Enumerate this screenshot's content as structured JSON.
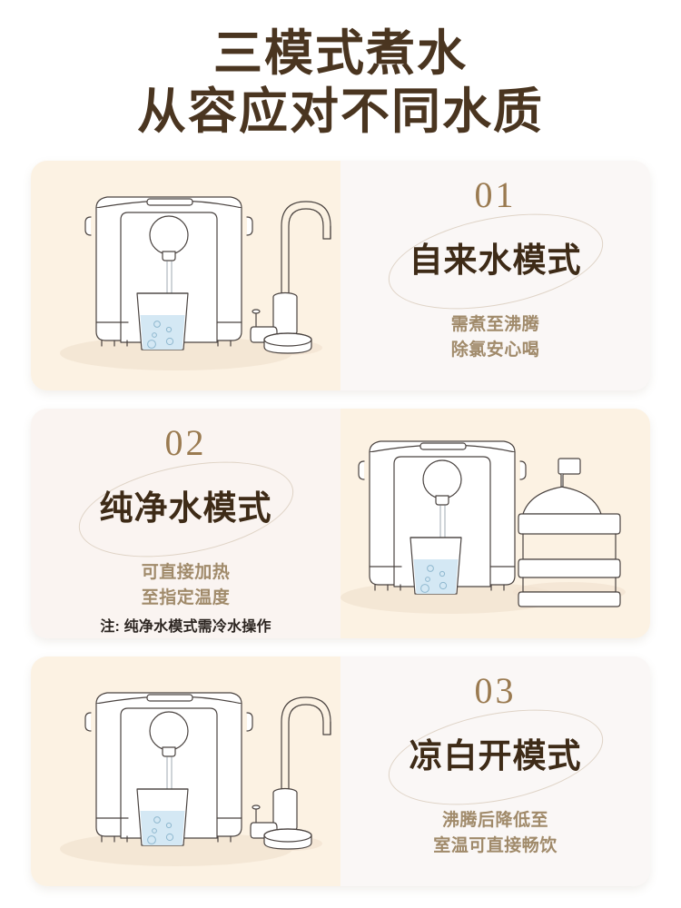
{
  "header": {
    "line1": "三模式煮水",
    "line2": "从容应对不同水质",
    "color": "#4A3520"
  },
  "colors": {
    "title_brown": "#3E2B17",
    "number_bronze": "#9A7A50",
    "subtitle_tan": "#A08A6A",
    "note_dark": "#2B2420",
    "panel_cream": "#FCF2E3",
    "panel_white": "#FAF7F6",
    "water_blue": "#D4E8F4",
    "line_art": "#4A4340"
  },
  "cards": [
    {
      "number": "01",
      "title": "自来水模式",
      "subtitle_line1": "需煮至沸腾",
      "subtitle_line2": "除氯安心喝",
      "note": "",
      "art": "dispenser-with-faucet",
      "layout": "art-left"
    },
    {
      "number": "02",
      "title": "纯净水模式",
      "subtitle_line1": "可直接加热",
      "subtitle_line2": "至指定温度",
      "note": "注: 纯净水模式需冷水操作",
      "art": "dispenser-with-water-jug",
      "layout": "art-right"
    },
    {
      "number": "03",
      "title": "凉白开模式",
      "subtitle_line1": "沸腾后降低至",
      "subtitle_line2": "室温可直接畅饮",
      "note": "",
      "art": "dispenser-with-faucet",
      "layout": "art-left"
    }
  ]
}
